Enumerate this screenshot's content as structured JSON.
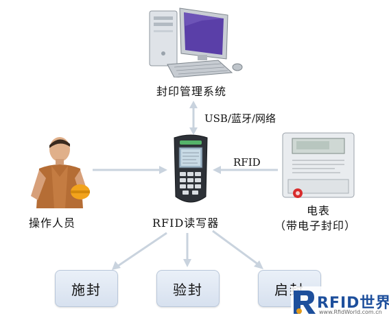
{
  "nodes": {
    "management_system": "封印管理系统",
    "link_channel": "USB/蓝牙/网络",
    "operator": "操作人员",
    "reader": "RFID读写器",
    "rfid_link": "RFID",
    "meter_line1": "电表",
    "meter_line2": "（带电子封印）"
  },
  "actions": [
    {
      "label": "施封"
    },
    {
      "label": "验封"
    },
    {
      "label": "启封"
    }
  ],
  "logo": {
    "text": "RFID世界网",
    "subtext": "www.RfidWorld.com.cn",
    "colors": {
      "primary": "#1d4f9c",
      "accent": "#e39b1a"
    }
  },
  "colors": {
    "arrow": "#c9d3de",
    "box_fill": "#dde6f2"
  }
}
